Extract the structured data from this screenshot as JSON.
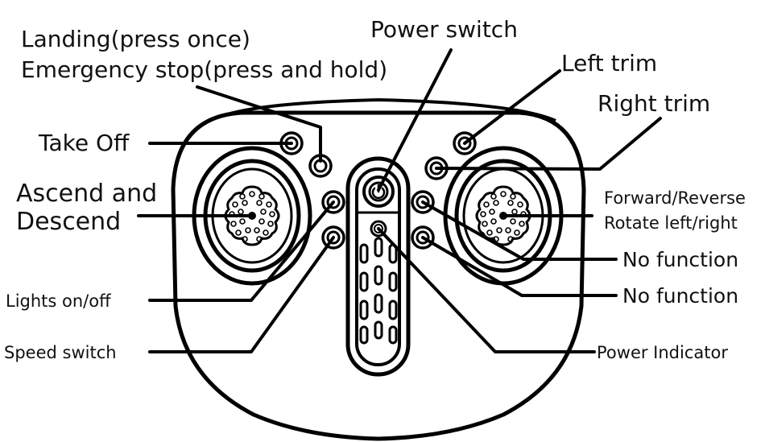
{
  "diagram": {
    "labels": {
      "landing": "Landing(press once)",
      "emergency_stop": "Emergency stop(press and hold)",
      "power_switch": "Power switch",
      "left_trim": "Left trim",
      "right_trim": "Right trim",
      "take_off": "Take Off",
      "ascend_line1": "Ascend and",
      "ascend_line2": "Descend",
      "lights": "Lights on/off",
      "speed": "Speed switch",
      "forward_reverse": "Forward/Reverse",
      "rotate": "Rotate left/right",
      "no_function_1": "No function",
      "no_function_2": "No function",
      "power_indicator": "Power Indicator"
    },
    "colors": {
      "line": "#000000",
      "background": "#ffffff"
    },
    "icons": {
      "power": "power-icon"
    }
  }
}
